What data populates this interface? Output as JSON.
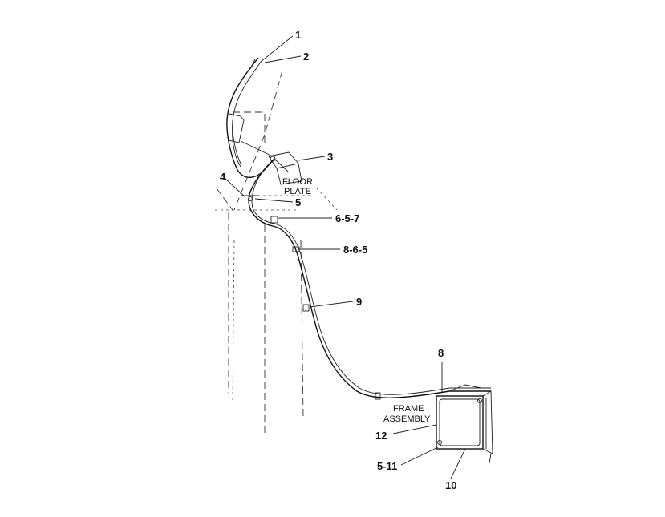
{
  "callouts": {
    "c1": "1",
    "c2": "2",
    "c3": "3",
    "c4": "4",
    "c5": "5",
    "c6": "6-5-7",
    "c7": "8-6-5",
    "c8": "9",
    "c9": "8",
    "c10": "12",
    "c11": "5-11",
    "c12": "10"
  },
  "labels": {
    "floor_plate_1": "FLOOR",
    "floor_plate_2": "PLATE",
    "frame_assembly_1": "FRAME",
    "frame_assembly_2": "ASSEMBLY"
  }
}
